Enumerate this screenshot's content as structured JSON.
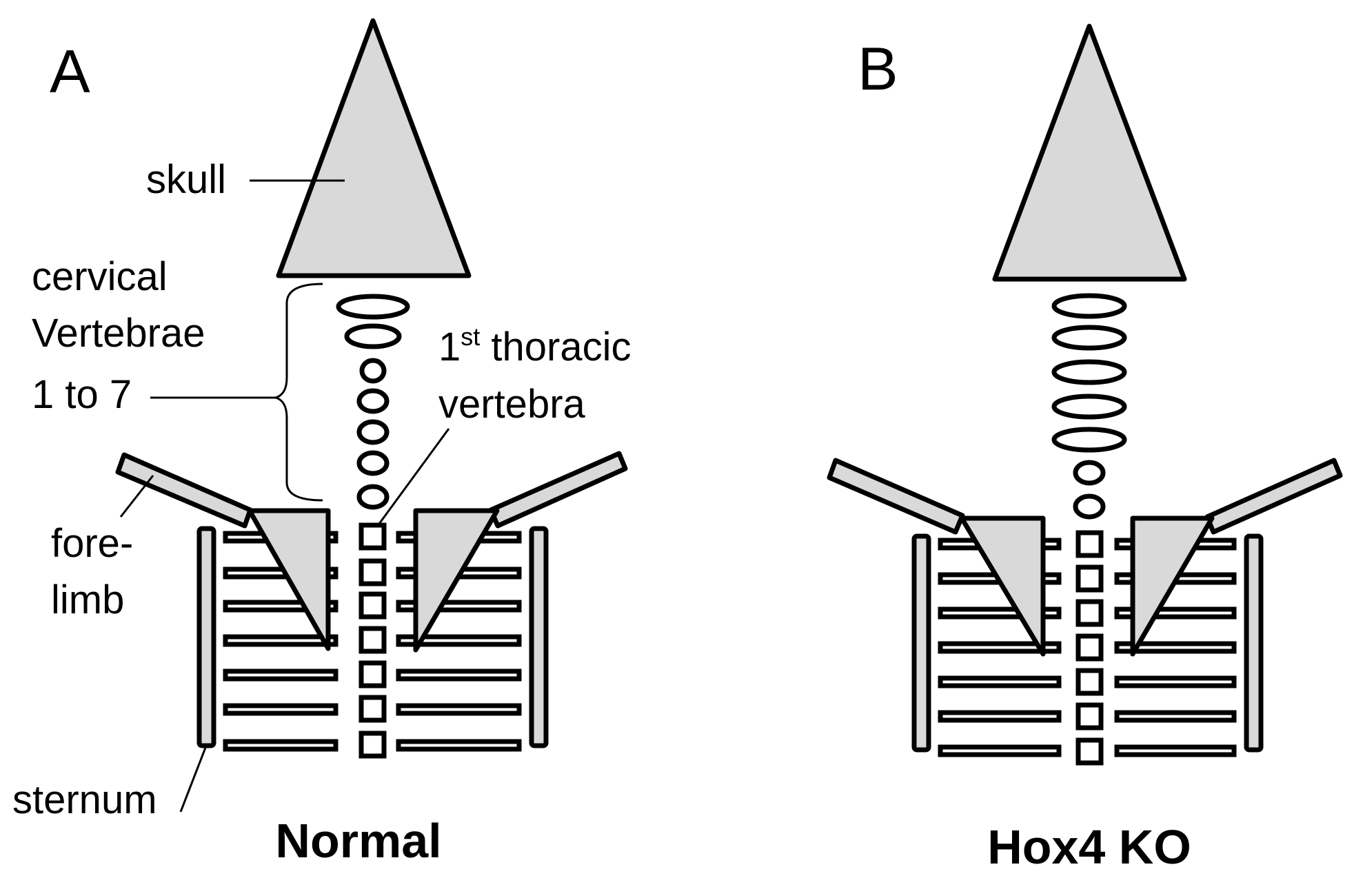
{
  "panels": {
    "a": {
      "letter": "A",
      "caption": "Normal",
      "labels": {
        "skull": "skull",
        "cervical_line1": "cervical",
        "cervical_line2": "Vertebrae",
        "cervical_line3": "1 to 7",
        "thoracic_line1_num": "1",
        "thoracic_line1_sup": "st",
        "thoracic_line1_rest": " thoracic",
        "thoracic_line2": "vertebra",
        "forelimb_line1": "fore-",
        "forelimb_line2": "limb",
        "sternum": "sternum"
      }
    },
    "b": {
      "letter": "B",
      "caption": "Hox4 KO"
    }
  },
  "colors": {
    "bone_fill": "#d9d9d9",
    "stroke": "#000000",
    "background": "#ffffff"
  }
}
